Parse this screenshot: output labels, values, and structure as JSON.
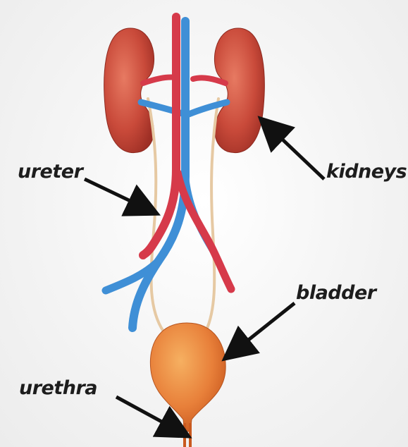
{
  "labels": {
    "ureter": "ureter",
    "kidneys": "kidneys",
    "bladder": "bladder",
    "urethra": "urethra"
  },
  "colors": {
    "kidney": "#c94a3a",
    "artery": "#d63a4a",
    "vein": "#3f8fd6",
    "ureter": "#e6c9a3",
    "bladder": "#e8803a",
    "arrow": "#111111"
  }
}
